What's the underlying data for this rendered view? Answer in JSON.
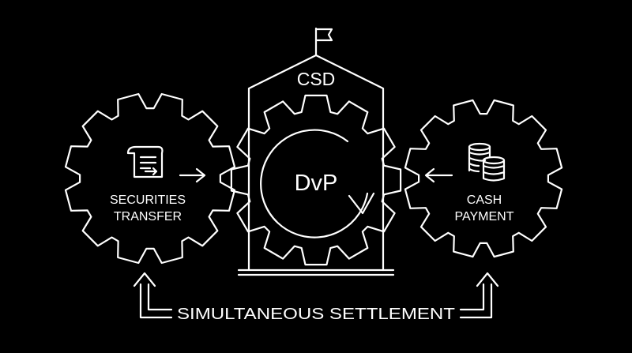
{
  "colors": {
    "background": "#000000",
    "foreground": "#ffffff"
  },
  "center": {
    "title": "CSD",
    "core_label": "DvP"
  },
  "left": {
    "line1": "SECURITIES",
    "line2": "TRANSFER",
    "icon": "document-scroll-icon"
  },
  "right": {
    "line1": "CASH",
    "line2": "PAYMENT",
    "icon": "coin-stack-icon"
  },
  "bottom": {
    "label": "SIMULTANEOUS SETTLEMENT"
  }
}
